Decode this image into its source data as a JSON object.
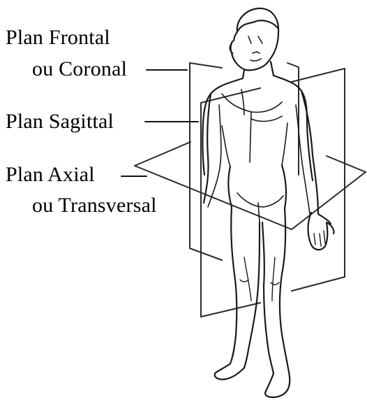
{
  "labels": {
    "frontal_line1": "Plan Frontal",
    "frontal_line2": "ou Coronal",
    "sagittal": "Plan Sagittal",
    "axial_line1": "Plan Axial",
    "axial_line2": "ou Transversal"
  },
  "colors": {
    "ink": "#000000",
    "background": "#ffffff",
    "outline": "#1a1a1a",
    "plane_line": "#2a2a2a"
  }
}
